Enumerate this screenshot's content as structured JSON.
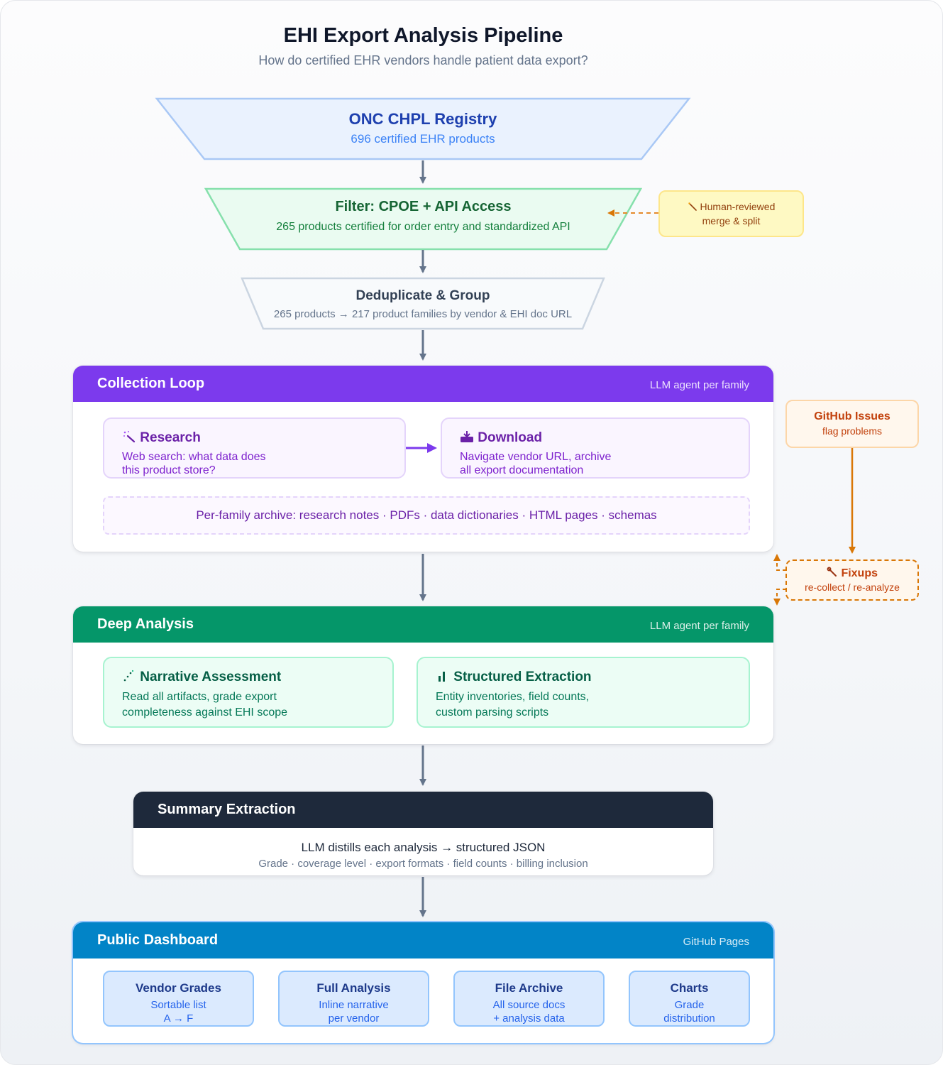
{
  "header": {
    "title": "EHI Export Analysis Pipeline",
    "subtitle": "How do certified EHR vendors handle patient data export?"
  },
  "funnel": {
    "registry": {
      "title": "ONC CHPL Registry",
      "subtitle": "696 certified EHR products"
    },
    "filter": {
      "title": "Filter: CPOE + API Access",
      "subtitle": "265 products certified for order entry and standardized API"
    },
    "dedupe": {
      "title": "Deduplicate & Group",
      "subtitle": "265 products → 217 product families by vendor & EHI doc URL"
    }
  },
  "side_notes": {
    "human_review": {
      "icon": "wand-icon",
      "line1": "Human-reviewed",
      "line2": "merge & split"
    },
    "github_issues": {
      "title": "GitHub Issues",
      "subtitle": "flag problems"
    },
    "fixups": {
      "icon": "wrench-icon",
      "title": "Fixups",
      "subtitle": "re-collect / re-analyze"
    }
  },
  "collection": {
    "title": "Collection Loop",
    "meta": "LLM agent per family",
    "research": {
      "icon": "magic-wand-icon",
      "title": "Research",
      "line1": "Web search: what data does",
      "line2": "this product store?"
    },
    "download": {
      "icon": "inbox-download-icon",
      "title": "Download",
      "line1": "Navigate vendor URL, archive",
      "line2": "all export documentation"
    },
    "archive": "Per-family archive: research notes · PDFs · data dictionaries · HTML pages · schemas"
  },
  "analysis": {
    "title": "Deep Analysis",
    "meta": "LLM agent per family",
    "narrative": {
      "icon": "sparkle-icon",
      "title": "Narrative Assessment",
      "line1": "Read all artifacts, grade export",
      "line2": "completeness against EHI scope"
    },
    "structured": {
      "icon": "bar-chart-icon",
      "title": "Structured Extraction",
      "line1": "Entity inventories, field counts,",
      "line2": "custom parsing scripts"
    }
  },
  "summary": {
    "title": "Summary Extraction",
    "line1": "LLM distills each analysis → structured JSON",
    "line2": "Grade · coverage level · export formats · field counts · billing inclusion"
  },
  "dashboard": {
    "title": "Public Dashboard",
    "meta": "GitHub Pages",
    "cards": [
      {
        "title": "Vendor Grades",
        "line1": "Sortable list",
        "line2": "A → F"
      },
      {
        "title": "Full Analysis",
        "line1": "Inline narrative",
        "line2": "per vendor"
      },
      {
        "title": "File Archive",
        "line1": "All source docs",
        "line2": "+ analysis data"
      },
      {
        "title": "Charts",
        "line1": "Grade",
        "line2": "distribution"
      }
    ]
  },
  "colors": {
    "collection": "#7c3aed",
    "analysis": "#059669",
    "summary": "#1e293b",
    "dashboard": "#0284c7",
    "fixup": "#d97706"
  }
}
